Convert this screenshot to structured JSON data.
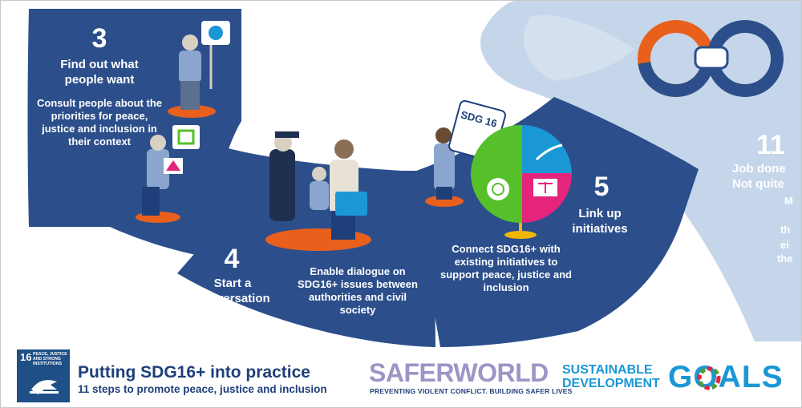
{
  "steps": {
    "s3": {
      "number": "3",
      "title": "Find out what people want",
      "body": "Consult people about the priorities for peace, justice and inclusion in their context"
    },
    "s4": {
      "number": "4",
      "title": "Start a conversation",
      "body": "Enable dialogue on SDG16+ issues between authorities and civil society"
    },
    "s5": {
      "number": "5",
      "title": "Link up initiatives",
      "body": "Connect SDG16+ with existing initiatives to support peace, justice and inclusion"
    },
    "s11": {
      "number": "11",
      "title_l1": "Job done",
      "title_l2": "Not quite",
      "body_l1": "M",
      "body_l2": "th",
      "body_l3": "ei",
      "body_l4": "the"
    }
  },
  "puzzle_label": "SDG 16",
  "footer": {
    "sdg_badge_number": "16",
    "sdg_badge_text": "PEACE, JUSTICE AND STRONG INSTITUTIONS",
    "title": "Putting SDG16+ into practice",
    "subtitle": "11 steps to promote peace, justice and inclusion",
    "saferworld": "SAFERWORLD",
    "saferworld_tagline": "PREVENTING VIOLENT CONFLICT. BUILDING SAFER LIVES",
    "sdgs_line1": "SUSTAINABLE",
    "sdgs_line2": "DEVELOPMENT",
    "sdgs_goals": "GOALS"
  },
  "colors": {
    "navy": "#2c4f8c",
    "orange": "#e8601c",
    "light_blue": "#c5d6ea",
    "text_blue": "#1f3f7a"
  },
  "icons": [
    "speech-bubble-icon",
    "scales-icon",
    "infinity-handshake-icon",
    "dove-icon",
    "olive-branch-icon"
  ]
}
